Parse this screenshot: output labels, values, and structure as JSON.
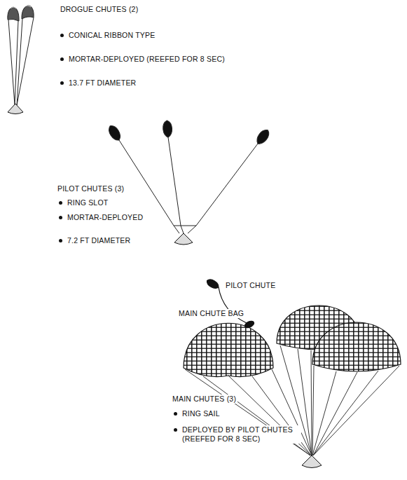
{
  "diagram": {
    "labels": [
      "DROGUE CHUTES (2)",
      "CONICAL RIBBON TYPE",
      "MORTAR-DEPLOYED (REEFED FOR 8 SEC)",
      "13.7 FT DIAMETER",
      "PILOT CHUTES (3)",
      "RING SLOT",
      "MORTAR-DEPLOYED",
      "7.2 FT DIAMETER",
      "PILOT CHUTE",
      "MAIN CHUTE BAG",
      "MAIN CHUTES (3)",
      "RING SAIL",
      "DEPLOYED BY PILOT CHUTES (REEFED FOR 8 SEC)"
    ]
  }
}
